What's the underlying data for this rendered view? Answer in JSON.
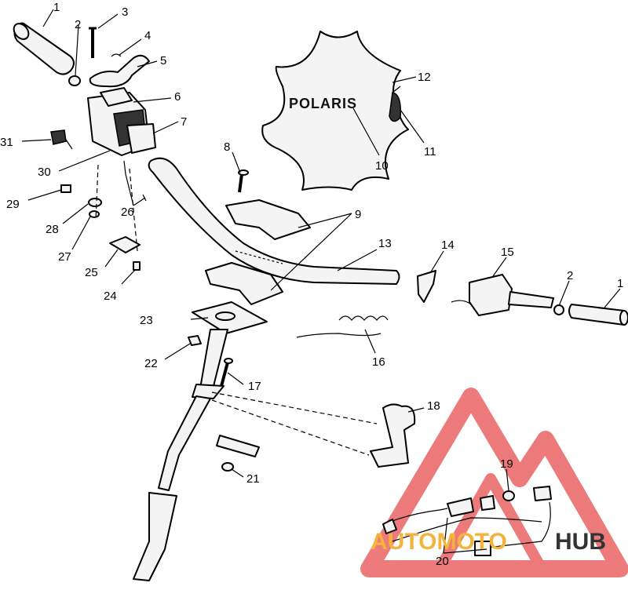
{
  "diagram": {
    "callouts": [
      {
        "id": "c1a",
        "label": "1"
      },
      {
        "id": "c2a",
        "label": "2"
      },
      {
        "id": "c3",
        "label": "3"
      },
      {
        "id": "c4",
        "label": "4"
      },
      {
        "id": "c5",
        "label": "5"
      },
      {
        "id": "c6",
        "label": "6"
      },
      {
        "id": "c7",
        "label": "7"
      },
      {
        "id": "c8",
        "label": "8"
      },
      {
        "id": "c9",
        "label": "9"
      },
      {
        "id": "c10",
        "label": "10"
      },
      {
        "id": "c11",
        "label": "11"
      },
      {
        "id": "c12",
        "label": "12"
      },
      {
        "id": "c13",
        "label": "13"
      },
      {
        "id": "c14",
        "label": "14"
      },
      {
        "id": "c15",
        "label": "15"
      },
      {
        "id": "c2b",
        "label": "2"
      },
      {
        "id": "c1b",
        "label": "1"
      },
      {
        "id": "c16",
        "label": "16"
      },
      {
        "id": "c17",
        "label": "17"
      },
      {
        "id": "c18",
        "label": "18"
      },
      {
        "id": "c19",
        "label": "19"
      },
      {
        "id": "c20",
        "label": "20"
      },
      {
        "id": "c21",
        "label": "21"
      },
      {
        "id": "c22",
        "label": "22"
      },
      {
        "id": "c23",
        "label": "23"
      },
      {
        "id": "c24",
        "label": "24"
      },
      {
        "id": "c25",
        "label": "25"
      },
      {
        "id": "c26",
        "label": "26"
      },
      {
        "id": "c27",
        "label": "27"
      },
      {
        "id": "c28",
        "label": "28"
      },
      {
        "id": "c29",
        "label": "29"
      },
      {
        "id": "c30",
        "label": "30"
      },
      {
        "id": "c31",
        "label": "31"
      }
    ],
    "pad_brand": "POLARIS"
  },
  "watermark": {
    "text_light": "AUTOMOTO",
    "text_dark": "HUB",
    "colors": {
      "triangle": "#e85a5a",
      "light": "#f2b43c",
      "dark": "#333333"
    }
  }
}
